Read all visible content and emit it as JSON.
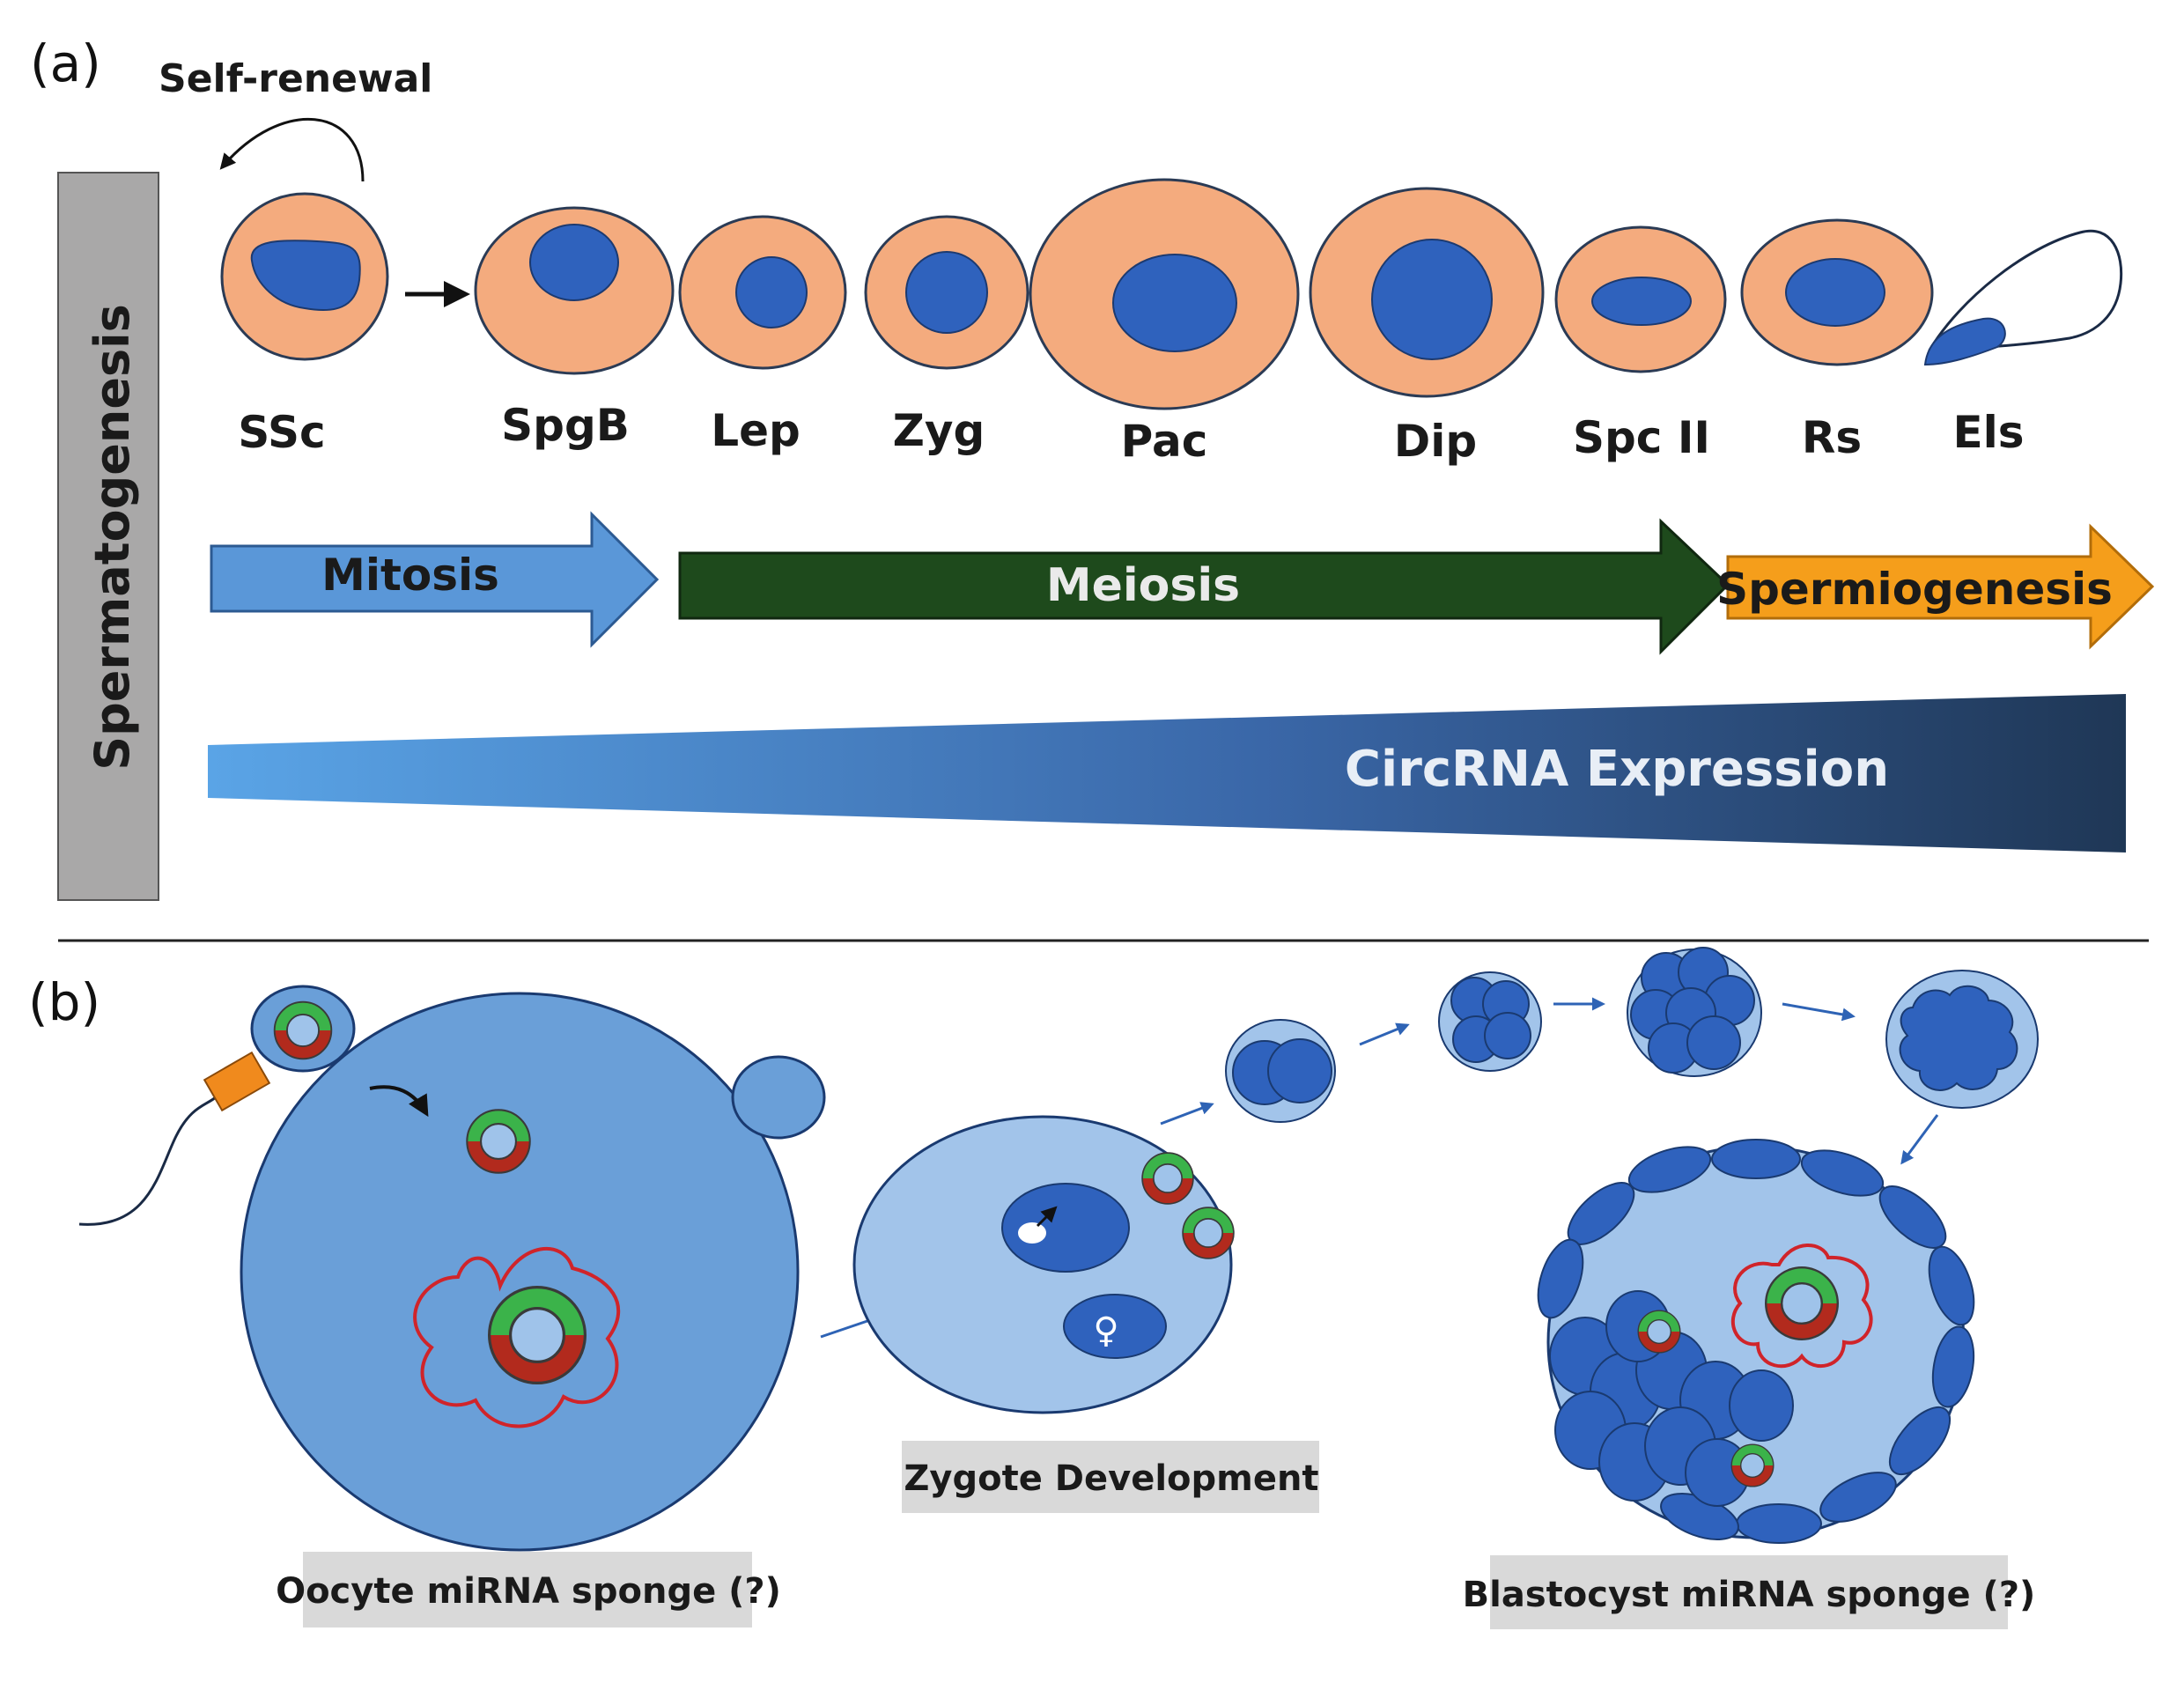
{
  "panel_a": {
    "letter": "(a)",
    "self_renewal": "Self-renewal",
    "side_label": "Spermatogenesis",
    "cells": [
      "SSc",
      "SpgB",
      "Lep",
      "Zyg",
      "Pac",
      "Dip",
      "Spc II",
      "Rs",
      "Els"
    ],
    "phases": {
      "mitosis": "Mitosis",
      "meiosis": "Meiosis",
      "spermiogenesis": "Spermiogenesis"
    },
    "expression": "CircRNA Expression"
  },
  "panel_b": {
    "letter": "(b)",
    "oocyte_label": "Oocyte miRNA sponge (?)",
    "zygote_label": "Zygote Development",
    "blastocyst_label": "Blastocyst miRNA sponge (?)",
    "female_symbol": "♀"
  },
  "colors": {
    "cell_orange": "#f4ab7e",
    "nucleus_blue": "#2f62bd",
    "mitosis_blue": "#5a97d8",
    "meiosis_green": "#1e4a1c",
    "spermiogenesis_orange": "#f59e1b",
    "expression_dark": "#213a5c",
    "expression_light": "#58a0e0",
    "oocyte_blue": "#6a9fd8",
    "zygote_light": "#a2c4ea",
    "circ_green": "#3bb34a",
    "circ_red": "#b22a1d",
    "label_box_gray": "#d9d9d9"
  }
}
